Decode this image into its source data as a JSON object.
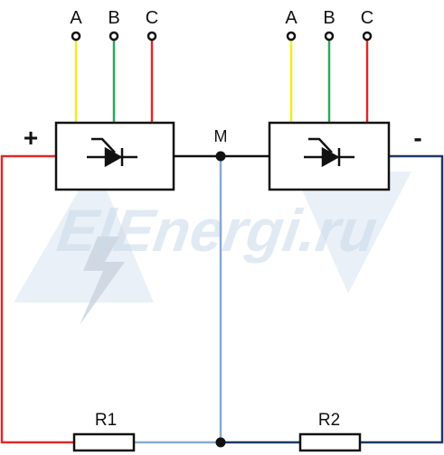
{
  "watermark": {
    "text": "ElEnergi.ru"
  },
  "colors": {
    "phase_a": "#f2ec1c",
    "phase_b": "#2fa85a",
    "phase_c": "#e02828",
    "positive": "#e02828",
    "negative": "#1c3866",
    "midpoint": "#8aa9cf",
    "wire": "#111111",
    "watermark": "#c9d9ea"
  },
  "converter_left": {
    "phases": [
      "A",
      "B",
      "C"
    ],
    "terminal_sign": "+"
  },
  "converter_right": {
    "phases": [
      "A",
      "B",
      "C"
    ],
    "terminal_sign": "-"
  },
  "midpoint": {
    "label": "M"
  },
  "resistors": [
    {
      "label": "R1"
    },
    {
      "label": "R2"
    }
  ]
}
